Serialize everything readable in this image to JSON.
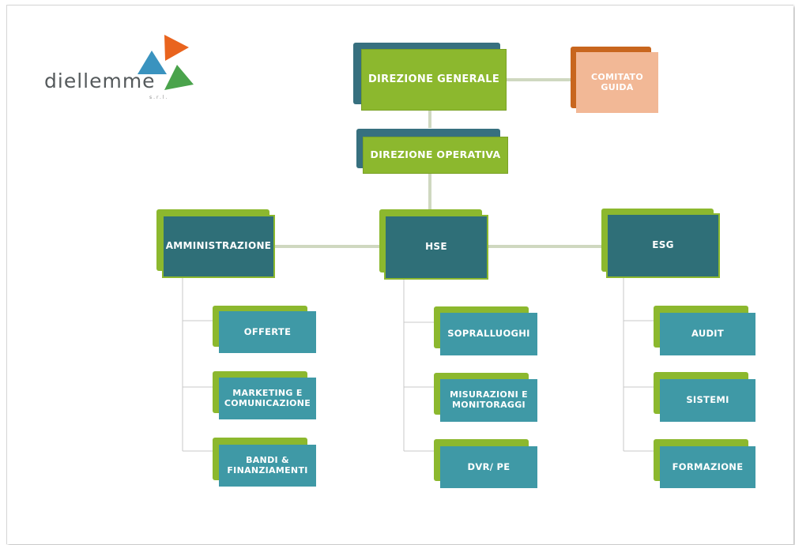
{
  "logo": {
    "name": "diellemme",
    "suffix": "s.r.l."
  },
  "chart": {
    "direzione_generale": "DIREZIONE GENERALE",
    "comitato_guida": "COMITATO GUIDA",
    "direzione_operativa": "DIREZIONE OPERATIVA",
    "amministrazione": "AMMINISTRAZIONE",
    "hse": "HSE",
    "esg": "ESG",
    "offerte": "OFFERTE",
    "marketing": "MARKETING E COMUNICAZIONE",
    "bandi": "BANDI & FINANZIAMENTI",
    "sopralluoghi": "SOPRALLUOGHI",
    "misurazioni": "MISURAZIONI E MONITORAGGI",
    "dvr": "DVR/ PE",
    "audit": "AUDIT",
    "sistemi": "SISTEMI",
    "formazione": "FORMAZIONE"
  },
  "colors": {
    "green": "#8cb82e",
    "teal_dark": "#2f6f78",
    "teal_light": "#3f99a6",
    "peach": "#f2b896",
    "orange": "#c8661e",
    "steel": "#37707f",
    "connector": "#cfd8c0"
  }
}
